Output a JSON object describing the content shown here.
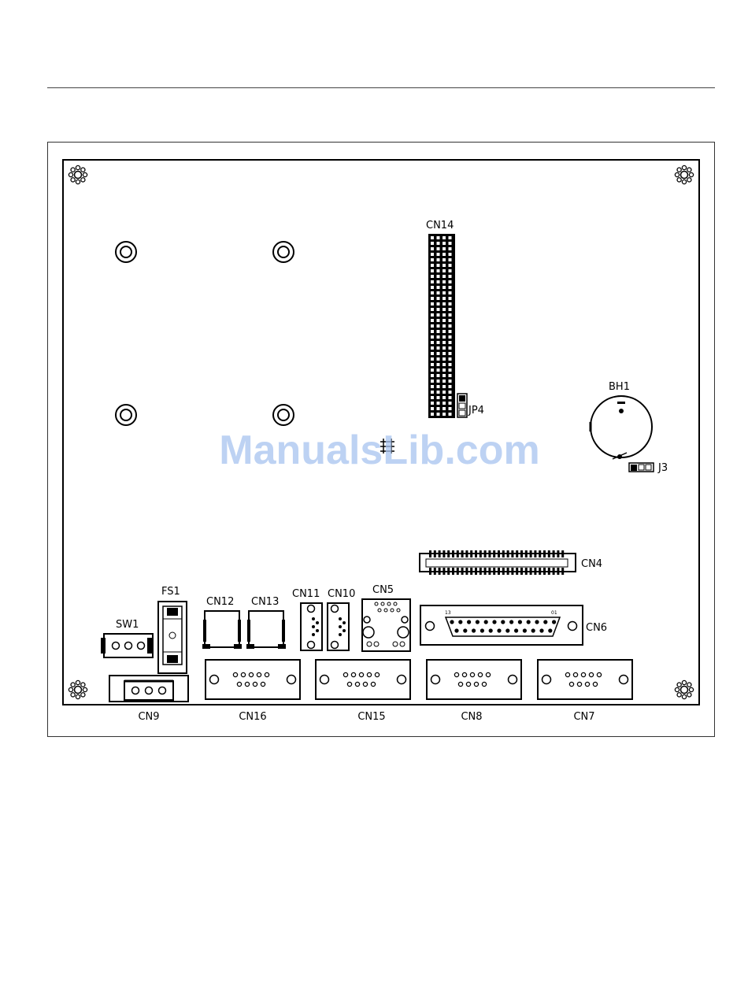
{
  "watermark": "ManualsLib.com",
  "colors": {
    "ink": "#000000",
    "watermark": "#a8c4ef",
    "background": "#ffffff"
  },
  "labels": {
    "cn14": "CN14",
    "jp4": "JP4",
    "bh1": "BH1",
    "j3": "J3",
    "cn4": "CN4",
    "fs1": "FS1",
    "sw1": "SW1",
    "cn12": "CN12",
    "cn13": "CN13",
    "cn11": "CN11",
    "cn10": "CN10",
    "cn5": "CN5",
    "cn6": "CN6",
    "cn9": "CN9",
    "cn16": "CN16",
    "cn15": "CN15",
    "cn8": "CN8",
    "cn7": "CN7",
    "cn6_pin_left": "13",
    "cn6_pin_right": "01"
  }
}
